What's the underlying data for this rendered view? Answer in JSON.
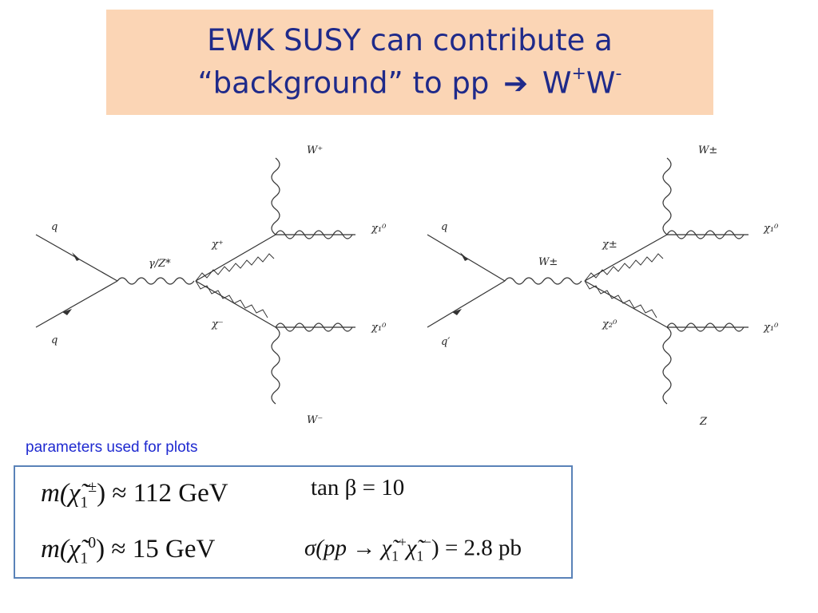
{
  "title": {
    "line1": "EWK SUSY can contribute a",
    "line2_prefix": "“background” to pp",
    "line2_arrow": "➔",
    "line2_w": "W",
    "line2_wplus_sup": "+",
    "line2_w2": "W",
    "line2_wminus_sup": "-"
  },
  "colors": {
    "title_bg": "#fbd5b5",
    "title_text": "#1f2a8a",
    "params_label": "#1f2ad0",
    "box_border": "#5a82b8"
  },
  "diagram_left": {
    "in_top": "q",
    "in_bottom": "q",
    "propagator": "γ/Z*",
    "chi_top": "χ⁺",
    "chi_bottom": "χ⁻",
    "w_top": "W⁺",
    "w_bottom": "W⁻",
    "out_top": "χ₁⁰",
    "out_bottom": "χ₁⁰"
  },
  "diagram_right": {
    "in_top": "q",
    "in_bottom": "q′",
    "propagator": "W±",
    "chi_top": "χ±",
    "chi_bottom": "χ₂⁰",
    "w_top": "W±",
    "z_bottom": "Z",
    "out_top": "χ₁⁰",
    "out_bottom": "χ₁⁰"
  },
  "params": {
    "label": "parameters used for plots",
    "chargino_mass_prefix": "m(",
    "chargino_symbol": "χ̃",
    "chargino_sub": "1",
    "chargino_sup": "±",
    "chargino_mass_suffix": ") ≈ 112 GeV",
    "neutralino_mass_prefix": "m(",
    "neutralino_symbol": "χ̃",
    "neutralino_sub": "1",
    "neutralino_sup": "0",
    "neutralino_mass_suffix": ") ≈ 15 GeV",
    "tanbeta": "tan β = 10",
    "xsec_prefix": "σ(pp →",
    "xsec_chi1": "χ̃",
    "xsec_chi1_sub": "1",
    "xsec_chi1_sup": "+",
    "xsec_chi2": "χ̃",
    "xsec_chi2_sub": "1",
    "xsec_chi2_sup": "−",
    "xsec_suffix": ") = 2.8 pb"
  }
}
